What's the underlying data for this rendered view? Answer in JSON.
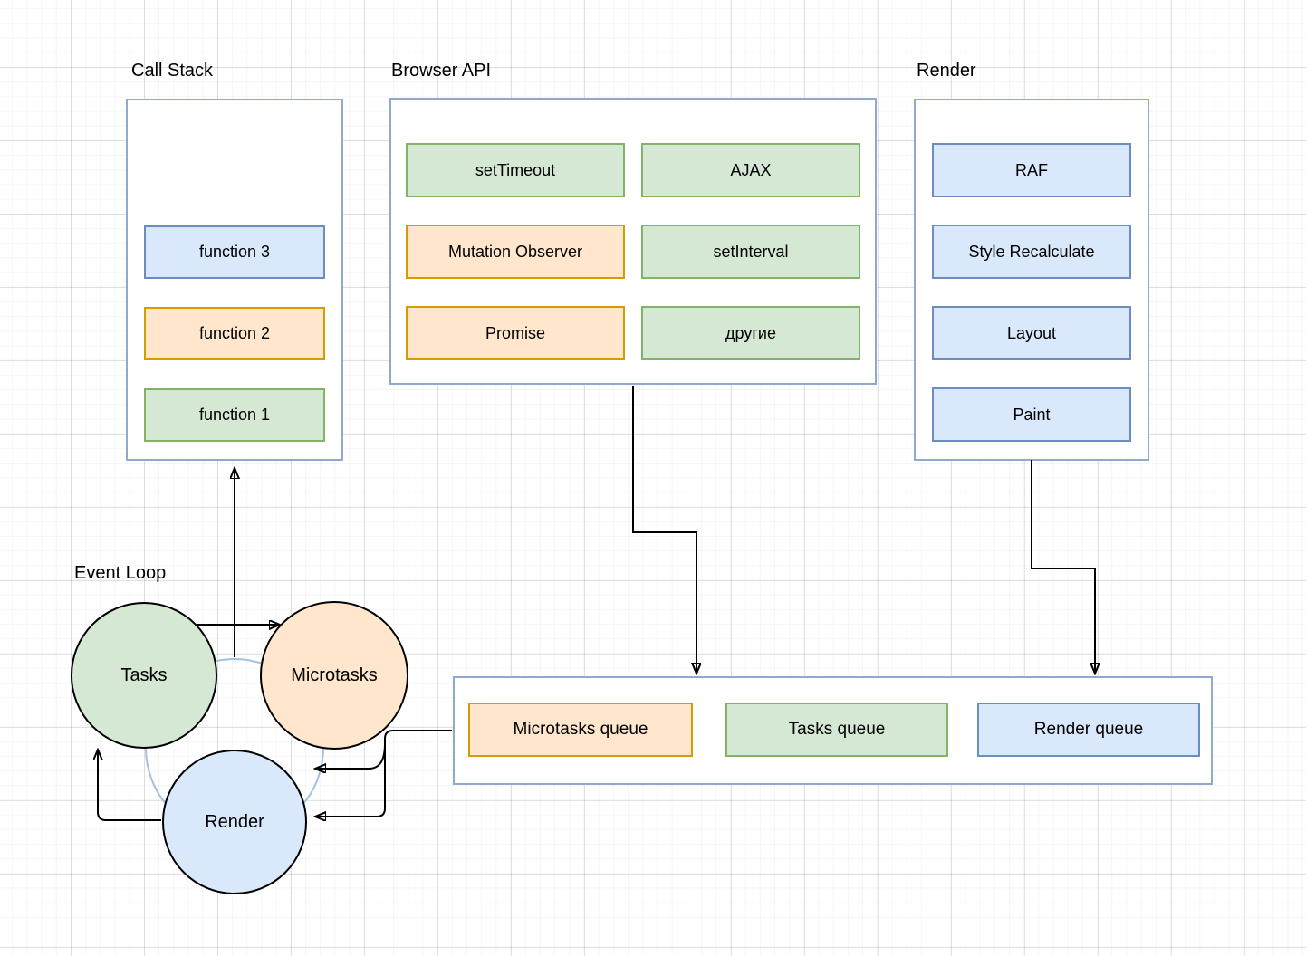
{
  "sections": {
    "call_stack": {
      "title": "Call Stack",
      "frames": [
        {
          "label": "function 3",
          "variant": "blue"
        },
        {
          "label": "function 2",
          "variant": "orange"
        },
        {
          "label": "function 1",
          "variant": "green"
        }
      ]
    },
    "browser_api": {
      "title": "Browser API",
      "apis": [
        {
          "label": "setTimeout",
          "variant": "green"
        },
        {
          "label": "AJAX",
          "variant": "green"
        },
        {
          "label": "Mutation Observer",
          "variant": "orange"
        },
        {
          "label": "setInterval",
          "variant": "green"
        },
        {
          "label": "Promise",
          "variant": "orange"
        },
        {
          "label": "другие",
          "variant": "green"
        }
      ]
    },
    "render": {
      "title": "Render",
      "steps": [
        {
          "label": "RAF",
          "variant": "blue"
        },
        {
          "label": "Style Recalculate",
          "variant": "blue"
        },
        {
          "label": "Layout",
          "variant": "blue"
        },
        {
          "label": "Paint",
          "variant": "blue"
        }
      ]
    },
    "event_loop": {
      "title": "Event Loop",
      "circles": [
        {
          "label": "Tasks",
          "variant": "green"
        },
        {
          "label": "Microtasks",
          "variant": "orange"
        },
        {
          "label": "Render",
          "variant": "blue"
        }
      ]
    },
    "queues": {
      "items": [
        {
          "label": "Microtasks queue",
          "variant": "orange"
        },
        {
          "label": "Tasks queue",
          "variant": "green"
        },
        {
          "label": "Render queue",
          "variant": "blue"
        }
      ]
    }
  },
  "palette": {
    "green_fill": "#d5e8d4",
    "green_stroke": "#82b366",
    "orange_fill": "#ffe6cc",
    "orange_stroke": "#d79b00",
    "blue_fill": "#dae8fc",
    "blue_stroke": "#6c8ebf",
    "container_stroke": "#8fa9d1",
    "loop_ring_stroke": "#a5bfe2",
    "arrow_color": "#000000"
  }
}
